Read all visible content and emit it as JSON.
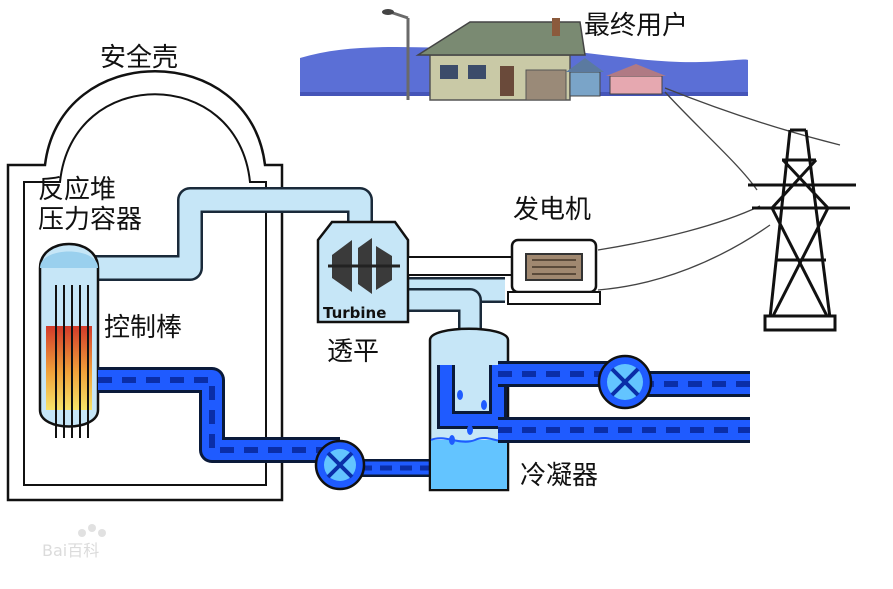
{
  "labels": {
    "containment": "安全壳",
    "reactor": "反应堆\n压力容器",
    "control_rods": "控制棒",
    "turbine_cn": "透平",
    "turbine_en": "Turbine",
    "generator": "发电机",
    "condenser": "冷凝器",
    "end_user": "最终用户"
  },
  "watermark": "Bai百科",
  "colors": {
    "steam": "#c6e6f7",
    "water": "#1f5bff",
    "water_dash": "#0a2ea8",
    "condenser_water": "#63c4ff",
    "hills": "#5b6fd6",
    "fuel_red": "#e8321e",
    "fuel_yellow": "#f6e36a"
  }
}
